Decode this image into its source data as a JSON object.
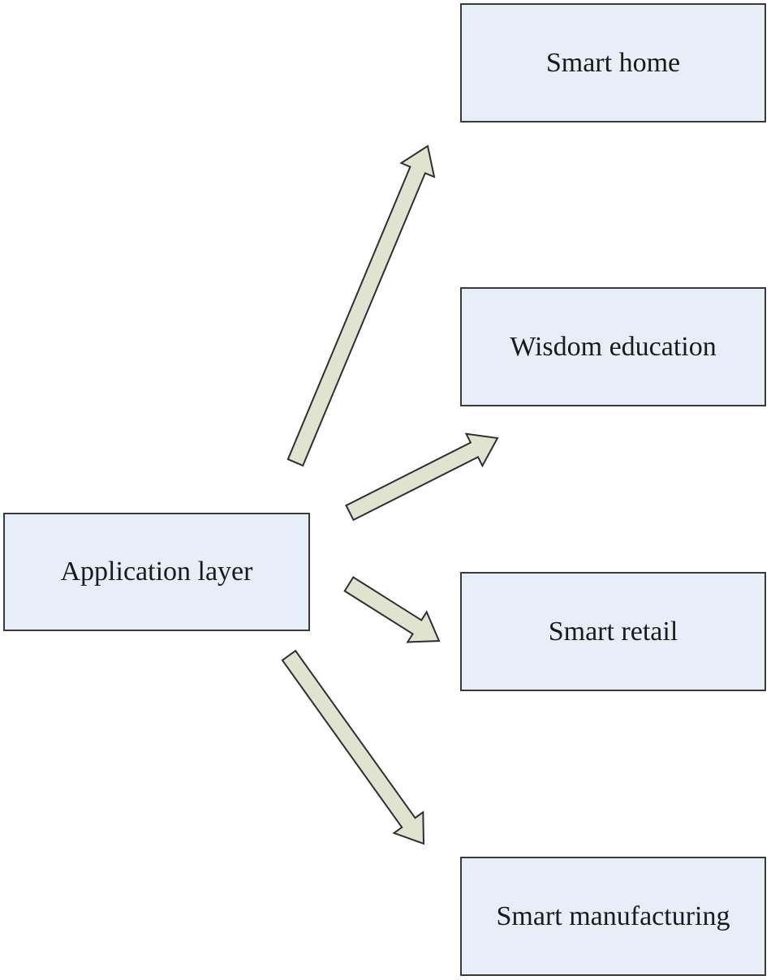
{
  "diagram": {
    "source": {
      "label": "Application layer"
    },
    "targets": [
      {
        "label": "Smart home"
      },
      {
        "label": "Wisdom education"
      },
      {
        "label": "Smart retail"
      },
      {
        "label": "Smart manufacturing"
      }
    ],
    "colors": {
      "box_fill": "#e8eef8",
      "box_border": "#3a3a3a",
      "arrow_fill": "#dfe3cf",
      "arrow_stroke": "#2f2f2f",
      "text": "#1a1a1a"
    }
  }
}
